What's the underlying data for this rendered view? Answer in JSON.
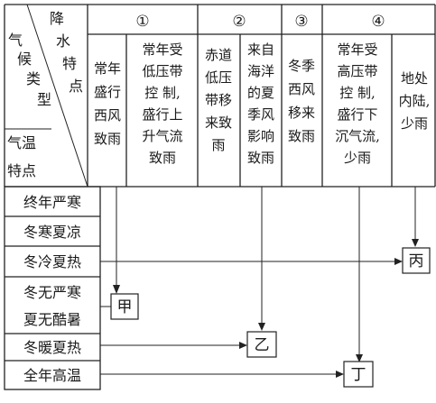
{
  "header": {
    "corner": {
      "climate_type": [
        "气",
        "候",
        "类",
        "型"
      ],
      "precip": [
        "降",
        "水",
        "特",
        "点"
      ],
      "temp": [
        "气温",
        "特点"
      ]
    },
    "groups": [
      "①",
      "②",
      "③",
      "④"
    ],
    "columns": [
      [
        "常年",
        "盛行",
        "西风",
        "致雨"
      ],
      [
        "常年受",
        "低压带",
        "控 制,",
        "盛行上",
        "升气流",
        "致雨"
      ],
      [
        "赤道",
        "低压",
        "带移",
        "来致",
        "雨"
      ],
      [
        "来自",
        "海洋",
        "的夏",
        "季风",
        "影响",
        "致雨"
      ],
      [
        "冬季",
        "西风",
        "移来",
        "致雨"
      ],
      [
        "常年受",
        "高压带",
        "控 制,",
        "盛行下",
        "沉气流,",
        "少雨"
      ],
      [
        "地处",
        "内陆,",
        "少雨"
      ]
    ]
  },
  "temp_rows": [
    "终年严寒",
    "冬寒夏凉",
    "冬冷夏热",
    "冬无严寒",
    "夏无酷暑",
    "冬暖夏热",
    "全年高温"
  ],
  "results": [
    "甲",
    "乙",
    "丙",
    "丁"
  ]
}
